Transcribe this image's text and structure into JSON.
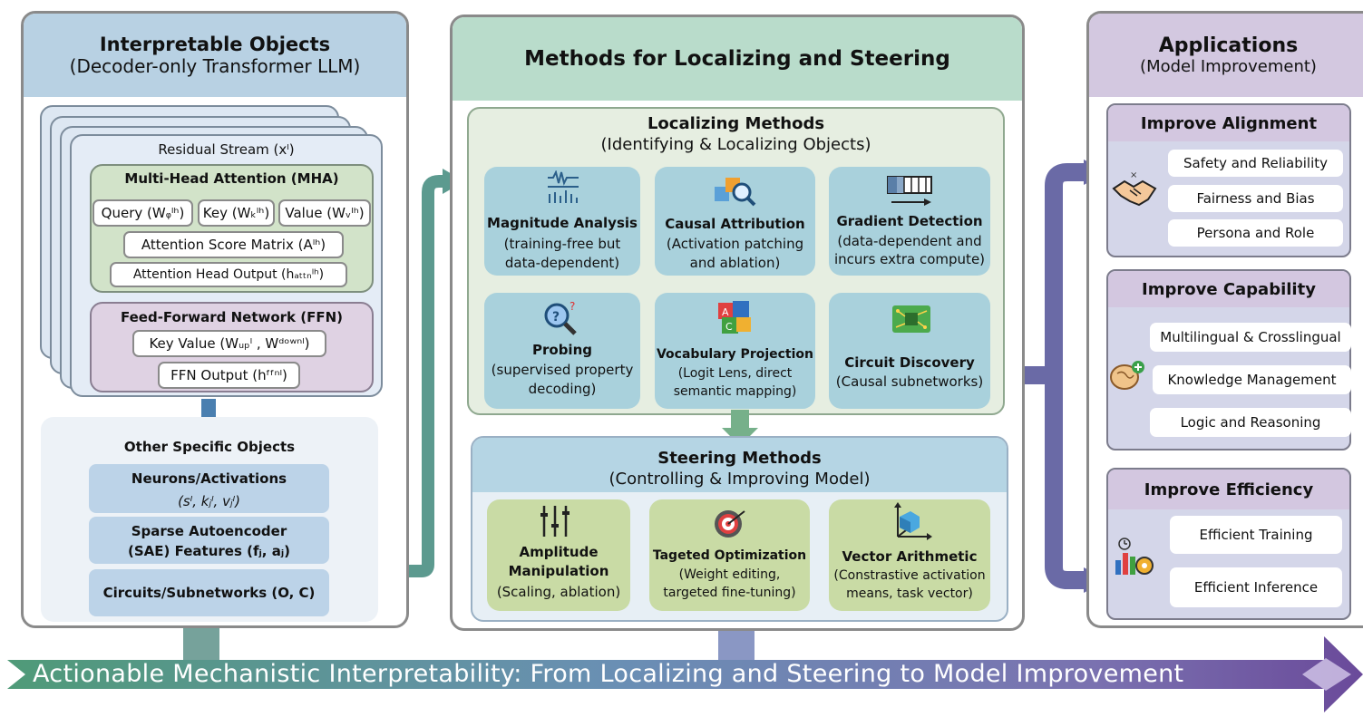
{
  "left_panel": {
    "title": "Interpretable Objects",
    "subtitle": "(Decoder-only Transformer LLM)",
    "residual_stream": "Residual Stream (xˡ)",
    "mha": {
      "title": "Multi-Head Attention (MHA)",
      "query": "Query (Wᵩˡʰ)",
      "key": "Key (Wₖˡʰ)",
      "value": "Value (Wᵥˡʰ)",
      "score_matrix": "Attention Score Matrix (Aˡʰ)",
      "head_output": "Attention Head Output (hₐₜₜₙˡʰ)"
    },
    "ffn": {
      "title": "Feed-Forward Network (FFN)",
      "key_value": "Key Value (Wᵤₚˡ , Wᵈᵒʷⁿˡ)",
      "output": "FFN Output (hᶠᶠⁿˡ)"
    },
    "other": {
      "title": "Other Specific Objects",
      "neurons_title": "Neurons/Activations",
      "neurons_vars": "(sˡ, kⱼˡ, vⱼˡ)",
      "sae_title": "Sparse Autoencoder",
      "sae_sub": "(SAE) Features (fⱼ, aⱼ)",
      "circuits": "Circuits/Subnetworks (O, C)"
    }
  },
  "mid_panel": {
    "title": "Methods for Localizing and Steering",
    "localizing": {
      "title": "Localizing Methods",
      "subtitle": "(Identifying & Localizing Objects)",
      "methods": [
        {
          "name": "Magnitude Analysis",
          "desc1": "(training-free but",
          "desc2": "data-dependent)"
        },
        {
          "name": "Causal Attribution",
          "desc1": "(Activation patching",
          "desc2": "and ablation)"
        },
        {
          "name": "Gradient Detection",
          "desc1": "(data-dependent and",
          "desc2": "incurs extra compute)"
        },
        {
          "name": "Probing",
          "desc1": "(supervised property",
          "desc2": "decoding)"
        },
        {
          "name": "Vocabulary Projection",
          "desc1": "(Logit Lens, direct",
          "desc2": "semantic mapping)"
        },
        {
          "name": "Circuit Discovery",
          "desc1": "(Causal subnetworks)",
          "desc2": ""
        }
      ]
    },
    "steering": {
      "title": "Steering Methods",
      "subtitle": "(Controlling & Improving Model)",
      "methods": [
        {
          "name1": "Amplitude",
          "name2": "Manipulation",
          "desc1": "(Scaling, ablation)",
          "desc2": ""
        },
        {
          "name1": "Tageted Optimization",
          "name2": "",
          "desc1": "(Weight editing,",
          "desc2": "targeted fine-tuning)"
        },
        {
          "name1": "Vector Arithmetic",
          "name2": "",
          "desc1": "(Constrastive activation",
          "desc2": "means, task vector)"
        }
      ]
    }
  },
  "right_panel": {
    "title": "Applications",
    "subtitle": "(Model Improvement)",
    "alignment": {
      "title": "Improve Alignment",
      "items": [
        "Safety and Reliability",
        "Fairness and Bias",
        "Persona and Role"
      ]
    },
    "capability": {
      "title": "Improve Capability",
      "items": [
        "Multilingual & Crosslingual",
        "Knowledge Management",
        "Logic and Reasoning"
      ]
    },
    "efficiency": {
      "title": "Improve Efficiency",
      "items": [
        "Efficient Training",
        "Efficient Inference"
      ]
    }
  },
  "banner": "Actionable Mechanistic Interpretability: From Localizing and Steering to Model Improvement",
  "colors": {
    "left_head": "#b8d1e3",
    "mid_head": "#b9dccb",
    "right_head": "#d3c8e0",
    "teal_arrow": "#5c9a8f",
    "purple_arrow": "#5f5f9e"
  }
}
